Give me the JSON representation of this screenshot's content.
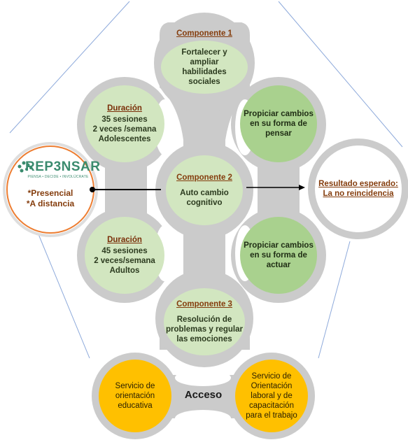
{
  "colors": {
    "light_green": "#d2e6c0",
    "medium_green": "#a9d18e",
    "amber": "#ffc000",
    "grey_frame": "#c9c9c9",
    "title_brown": "#843c0c",
    "logo_green": "#3a8b6e",
    "logo_orange": "#e2752a"
  },
  "component1": {
    "title": "Componente 1",
    "lines": [
      "Fortalecer y",
      "ampliar",
      "habilidades",
      "sociales"
    ]
  },
  "component2": {
    "title": "Componente 2",
    "lines": [
      "Auto cambio",
      "cognitivo"
    ]
  },
  "component3": {
    "title": "Componente 3",
    "lines": [
      "Resolución de",
      "problemas y regular",
      "las emociones"
    ]
  },
  "duration_teens": {
    "title": "Duración",
    "lines": [
      "35 sesiones",
      "2 veces /semana",
      "Adolescentes"
    ]
  },
  "duration_adults": {
    "title": "Duración",
    "lines": [
      "45 sesiones",
      "2 veces/semana",
      "Adultos"
    ]
  },
  "change_think": {
    "lines": [
      "Propiciar cambios",
      "en su forma de",
      "pensar"
    ]
  },
  "change_act": {
    "lines": [
      "Propiciar cambios",
      "en su forma de",
      "actuar"
    ]
  },
  "logo": {
    "wordmark": "REP3NSAR",
    "tagline": "PIENSA • DECIDE • INVOLÚCRATE",
    "modes": [
      "*Presencial",
      "*A distancia"
    ]
  },
  "result": {
    "title_lines": [
      "Resultado esperado:",
      "La no reincidencia"
    ]
  },
  "access": {
    "label": "Acceso",
    "left_lines": [
      "Servicio de",
      "orientación",
      "educativa"
    ],
    "right_lines": [
      "Servicio de",
      "Orientación",
      "laboral y de",
      "capacitación",
      "para el trabajo"
    ]
  }
}
